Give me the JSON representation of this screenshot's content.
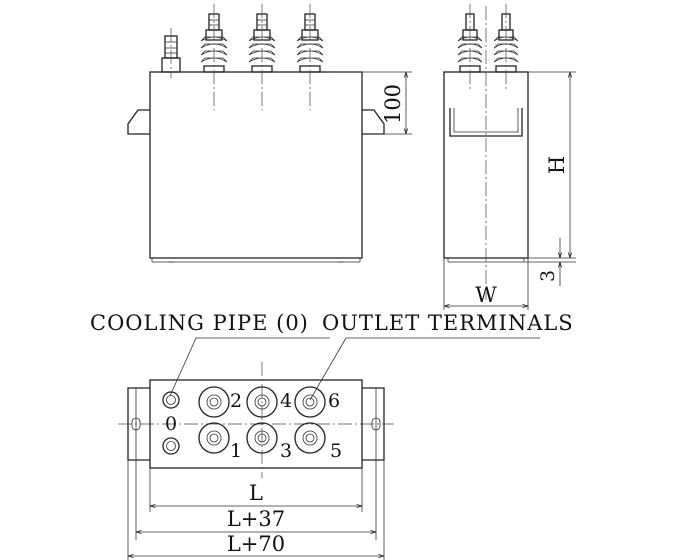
{
  "front_view": {
    "height_dim": "100"
  },
  "side_view": {
    "height_dim": "H",
    "width_dim": "W",
    "base_dim": "3"
  },
  "top_view": {
    "label_cooling_pipe": "COOLING PIPE (0)",
    "label_outlet_terminals": "OUTLET TERMINALS",
    "terminals": [
      "0",
      "0",
      "1",
      "2",
      "3",
      "4",
      "5",
      "6"
    ],
    "dim_inner": "L",
    "dim_mid": "L+37",
    "dim_outer": "L+70"
  }
}
